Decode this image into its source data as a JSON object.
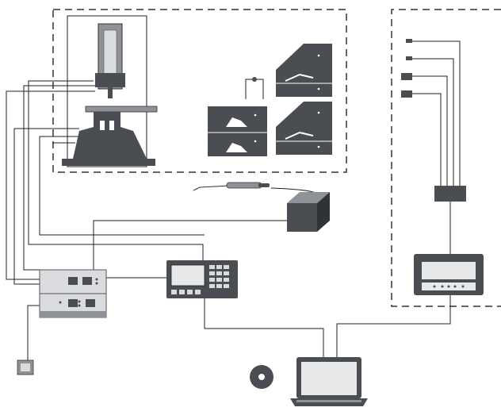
{
  "diagram": {
    "colors": {
      "background": "#ffffff",
      "line": "#222222",
      "dashed_border": "#333333",
      "device_dark": "#4a4d52",
      "device_mid": "#8e9298",
      "device_light": "#d9dbde",
      "screen": "#e6e8ea",
      "accent_red": "#c62828"
    },
    "regions": [
      {
        "name": "test-stand-area",
        "border": "dashed"
      },
      {
        "name": "sensor-area",
        "border": "dashed"
      }
    ],
    "components": [
      {
        "name": "test-stand",
        "icon": "test-stand-icon"
      },
      {
        "name": "fixture-plates",
        "icon": "fixture-plate-icon",
        "count": 4
      },
      {
        "name": "hand-probe",
        "icon": "probe-icon"
      },
      {
        "name": "junction-box",
        "icon": "box-icon"
      },
      {
        "name": "controller-unit",
        "icon": "controller-icon"
      },
      {
        "name": "hmi-terminal",
        "icon": "terminal-icon"
      },
      {
        "name": "foot-switch",
        "icon": "foot-switch-icon"
      },
      {
        "name": "software-disc",
        "icon": "disc-icon"
      },
      {
        "name": "laptop",
        "icon": "laptop-icon"
      },
      {
        "name": "sensor-hub",
        "icon": "hub-icon"
      },
      {
        "name": "display-unit",
        "icon": "display-icon"
      },
      {
        "name": "sensors",
        "icon": "sensor-icon",
        "count": 4
      }
    ]
  }
}
